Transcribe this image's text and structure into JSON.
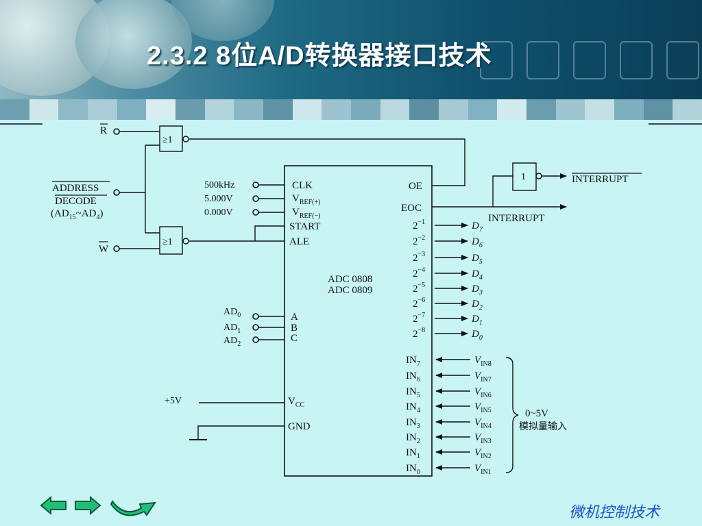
{
  "slide": {
    "title": "2.3.2  8位A/D转换器接口技术",
    "footer": "微机控制技术"
  },
  "diagram": {
    "inputs": {
      "r": "R",
      "address": "ADDRESS",
      "decode": "DECODE",
      "ad_range": [
        "(AD",
        "15",
        "~AD",
        "4",
        ")"
      ],
      "w": "W",
      "clk_freq": "500kHz",
      "vref_pos": "5.000V",
      "vref_neg": "0.000V",
      "ad0": [
        "AD",
        "0"
      ],
      "ad1": [
        "AD",
        "1"
      ],
      "ad2": [
        "AD",
        "2"
      ],
      "vcc_supply": "+5V"
    },
    "gates": {
      "or_symbol": "≥1",
      "buffer_symbol": "1"
    },
    "chip": {
      "name_line1": "ADC  0808",
      "name_line2": "ADC  0809",
      "left_pins": {
        "clk": "CLK",
        "vref_pos": [
          "V",
          "REF(+)"
        ],
        "vref_neg": [
          "V",
          "REF(−)"
        ],
        "start": "START",
        "ale": "ALE",
        "a": "A",
        "b": "B",
        "c": "C",
        "vcc": [
          "V",
          "CC"
        ],
        "gnd": "GND"
      },
      "right_pins": {
        "oe": "OE",
        "eoc": "EOC",
        "bits": [
          {
            "pin": "2",
            "exp": "−1",
            "out": "D",
            "sub": "7"
          },
          {
            "pin": "2",
            "exp": "−2",
            "out": "D",
            "sub": "6"
          },
          {
            "pin": "2",
            "exp": "−3",
            "out": "D",
            "sub": "5"
          },
          {
            "pin": "2",
            "exp": "−4",
            "out": "D",
            "sub": "4"
          },
          {
            "pin": "2",
            "exp": "−5",
            "out": "D",
            "sub": "3"
          },
          {
            "pin": "2",
            "exp": "−6",
            "out": "D",
            "sub": "2"
          },
          {
            "pin": "2",
            "exp": "−7",
            "out": "D",
            "sub": "1"
          },
          {
            "pin": "2",
            "exp": "−8",
            "out": "D",
            "sub": "0"
          }
        ],
        "analog": [
          {
            "pin": "IN",
            "sub": "7",
            "src": "V",
            "srcsub": "IN8"
          },
          {
            "pin": "IN",
            "sub": "6",
            "src": "V",
            "srcsub": "IN7"
          },
          {
            "pin": "IN",
            "sub": "5",
            "src": "V",
            "srcsub": "IN6"
          },
          {
            "pin": "IN",
            "sub": "4",
            "src": "V",
            "srcsub": "IN5"
          },
          {
            "pin": "IN",
            "sub": "3",
            "src": "V",
            "srcsub": "IN4"
          },
          {
            "pin": "IN",
            "sub": "2",
            "src": "V",
            "srcsub": "IN3"
          },
          {
            "pin": "IN",
            "sub": "1",
            "src": "V",
            "srcsub": "IN2"
          },
          {
            "pin": "IN",
            "sub": "0",
            "src": "V",
            "srcsub": "IN1"
          }
        ]
      }
    },
    "outputs": {
      "interrupt_bar": "INTERRUPT",
      "interrupt": "INTERRUPT"
    },
    "analog_range": "0~5V",
    "analog_label": "模拟量输入"
  },
  "colors": {
    "background": "#c8f4f4",
    "footer_text": "#1d52c9",
    "nav_green": "#1fbf78"
  },
  "nav": {
    "prev": "prev-arrow-icon",
    "next": "next-arrow-icon",
    "return": "return-arrow-icon"
  }
}
